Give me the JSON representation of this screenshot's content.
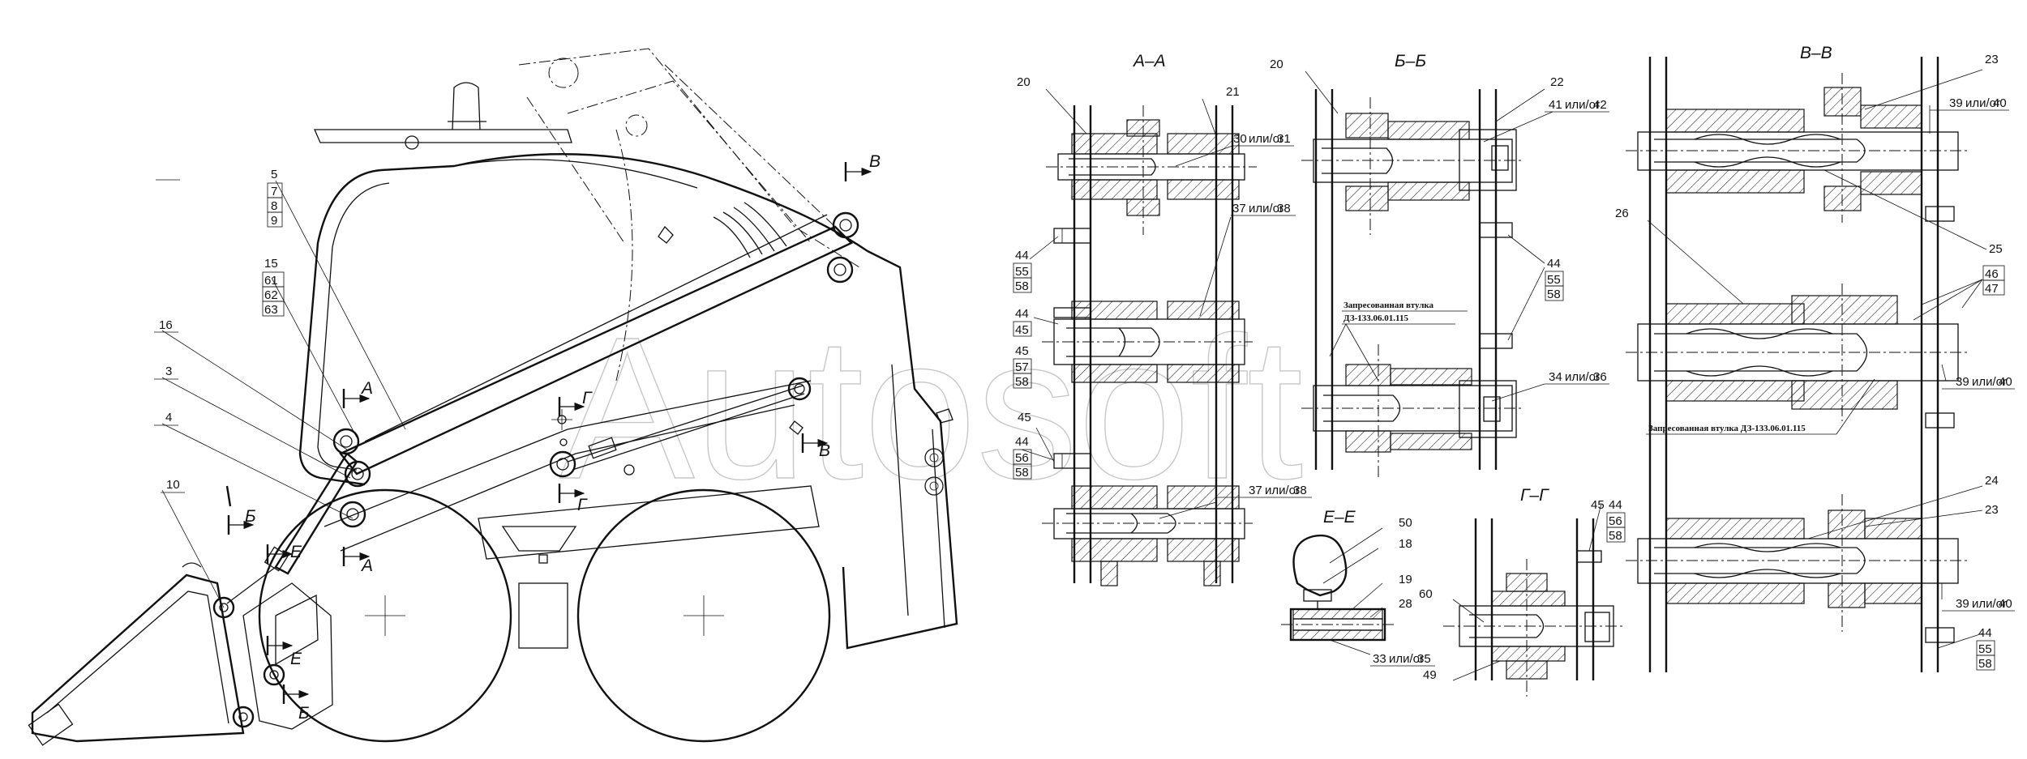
{
  "watermark": "Autosoft",
  "sections": {
    "aa": "А–А",
    "bb": "Б–Б",
    "vv": "В–В",
    "ee": "Е–Е",
    "gg": "Г–Г"
  },
  "cut_marks": {
    "a_top": "А",
    "a_bot": "А",
    "b_top": "Б",
    "b_bot": "Б",
    "v_top": "В",
    "v_bot": "В",
    "g_top": "Г",
    "g_bot": "Г",
    "e_top": "Е",
    "e_bot": "Е"
  },
  "machine_callouts": {
    "n5": "5",
    "n7": "7",
    "n8": "8",
    "n9": "9",
    "n15": "15",
    "n61": "61",
    "n62": "62",
    "n63": "63",
    "n16": "16",
    "n3": "3",
    "n4": "4",
    "n10": "10"
  },
  "aa_callouts": {
    "n20": "20",
    "n21": "21",
    "n30": "30",
    "n30or": "или/or",
    "n31": "31",
    "n37": "37",
    "n37or": "или/or",
    "n38": "38",
    "g1a": "44",
    "g1b": "55",
    "g1c": "58",
    "g2a": "44",
    "g2b": "45",
    "g2c": "45",
    "g2d": "57",
    "g2e": "58",
    "g3a": "45",
    "g4a": "44",
    "g4b": "56",
    "g4c": "58",
    "n37b": "37",
    "n37bor": "или/or",
    "n38b": "38"
  },
  "bb_callouts": {
    "n20": "20",
    "n22": "22",
    "n41": "41",
    "n41or": "или/or",
    "n42": "42",
    "g1a": "44",
    "g1b": "55",
    "g1c": "58",
    "n34": "34",
    "n34or": "или/or",
    "n36": "36"
  },
  "vv_callouts": {
    "n23a": "23",
    "n39a": "39",
    "n39aor": "или/or",
    "n40a": "40",
    "n26": "26",
    "n25": "25",
    "n46": "46",
    "n47": "47",
    "n39b": "39",
    "n39bor": "или/or",
    "n40b": "40",
    "n24": "24",
    "n23b": "23",
    "n39c": "39",
    "n39cor": "или/or",
    "n40c": "40",
    "g1a": "44",
    "g1b": "55",
    "g1c": "58"
  },
  "ee_callouts": {
    "n50": "50",
    "n18": "18",
    "n19": "19",
    "n28": "28",
    "n33": "33",
    "n33or": "или/or",
    "n35": "35"
  },
  "gg_callouts": {
    "n60": "60",
    "n49": "49",
    "n45": "45",
    "n44": "44",
    "n56": "56",
    "n58": "58"
  },
  "notes": {
    "bushing_bb_line1": "Запресованная втулка",
    "bushing_bb_line2": "ДЗ-133.06.01.115",
    "bushing_vv": "Запресованная втулка ДЗ-133.06.01.115"
  }
}
